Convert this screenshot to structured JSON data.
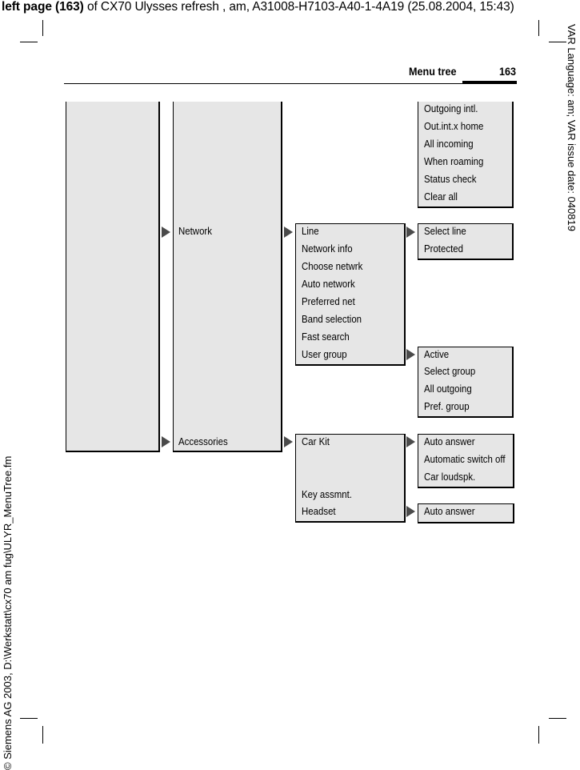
{
  "header": {
    "bold_part": "left page (163)",
    "rest": " of CX70 Ulysses refresh , am, A31008-H7103-A40-1-4A19 (25.08.2004, 15:43)"
  },
  "side_left": "© Siemens AG 2003, D:\\Werkstatt\\cx70 am fug\\ULYR_MenuTree.fm",
  "side_right": "VAR Language: am; VAR issue date: 040819",
  "running_header": {
    "title": "Menu tree",
    "page": "163"
  },
  "tree": {
    "level2": {
      "network": "Network",
      "accessories": "Accessories"
    },
    "barring_items": [
      "Outgoing intl.",
      "Out.int.x home",
      "All incoming",
      "When roaming",
      "Status check",
      "Clear all"
    ],
    "network_items": [
      "Line",
      "Network info",
      "Choose netwrk",
      "Auto network",
      "Preferred net",
      "Band selection",
      "Fast search",
      "User group"
    ],
    "line_items": [
      "Select line",
      "Protected"
    ],
    "user_group_items": [
      "Active",
      "Select group",
      "All outgoing",
      "Pref. group"
    ],
    "accessories_items": {
      "car_kit": "Car Kit",
      "key_assmnt": "Key assmnt.",
      "headset": "Headset"
    },
    "car_kit_items": [
      "Auto answer",
      "Automatic switch off",
      "Car loudspk."
    ],
    "headset_items": [
      "Auto answer"
    ]
  }
}
